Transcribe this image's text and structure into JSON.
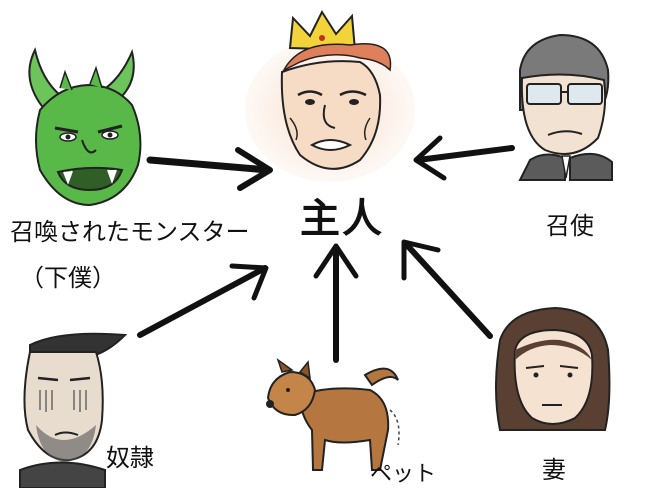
{
  "center": {
    "label": "主人"
  },
  "nodes": {
    "monster": {
      "label": "召喚されたモンスター",
      "sublabel": "（下僕）"
    },
    "envoy": {
      "label": "召使"
    },
    "slave": {
      "label": "奴隷"
    },
    "pet": {
      "label": "ペット"
    },
    "wife": {
      "label": "妻"
    }
  },
  "colors": {
    "crown": "#f2d43a",
    "monster_skin": "#58b848",
    "dog_fur": "#b5773f",
    "ink": "#111111"
  }
}
